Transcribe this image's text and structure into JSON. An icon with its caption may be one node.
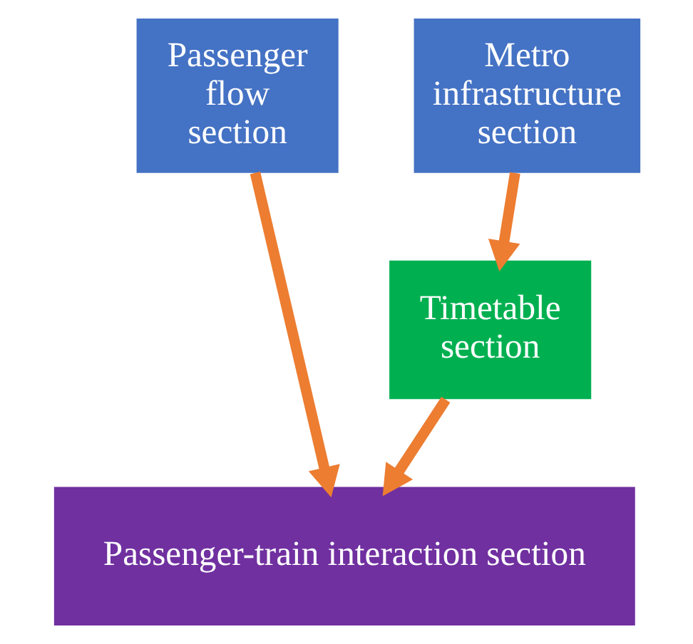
{
  "diagram": {
    "nodes": [
      {
        "text": [
          "Passenger flow section"
        ]
      },
      {
        "text": [
          "Metro infrastructure section"
        ]
      },
      {
        "text": [
          "Timetable section"
        ]
      },
      {
        "text": [
          "Passenger-train interaction section"
        ]
      }
    ],
    "edges": [
      {
        "from": 0,
        "to": 3,
        "arrow": "to"
      },
      {
        "from": 1,
        "to": 2,
        "arrow": "to"
      },
      {
        "from": 2,
        "to": 3,
        "arrow": "to"
      }
    ]
  }
}
